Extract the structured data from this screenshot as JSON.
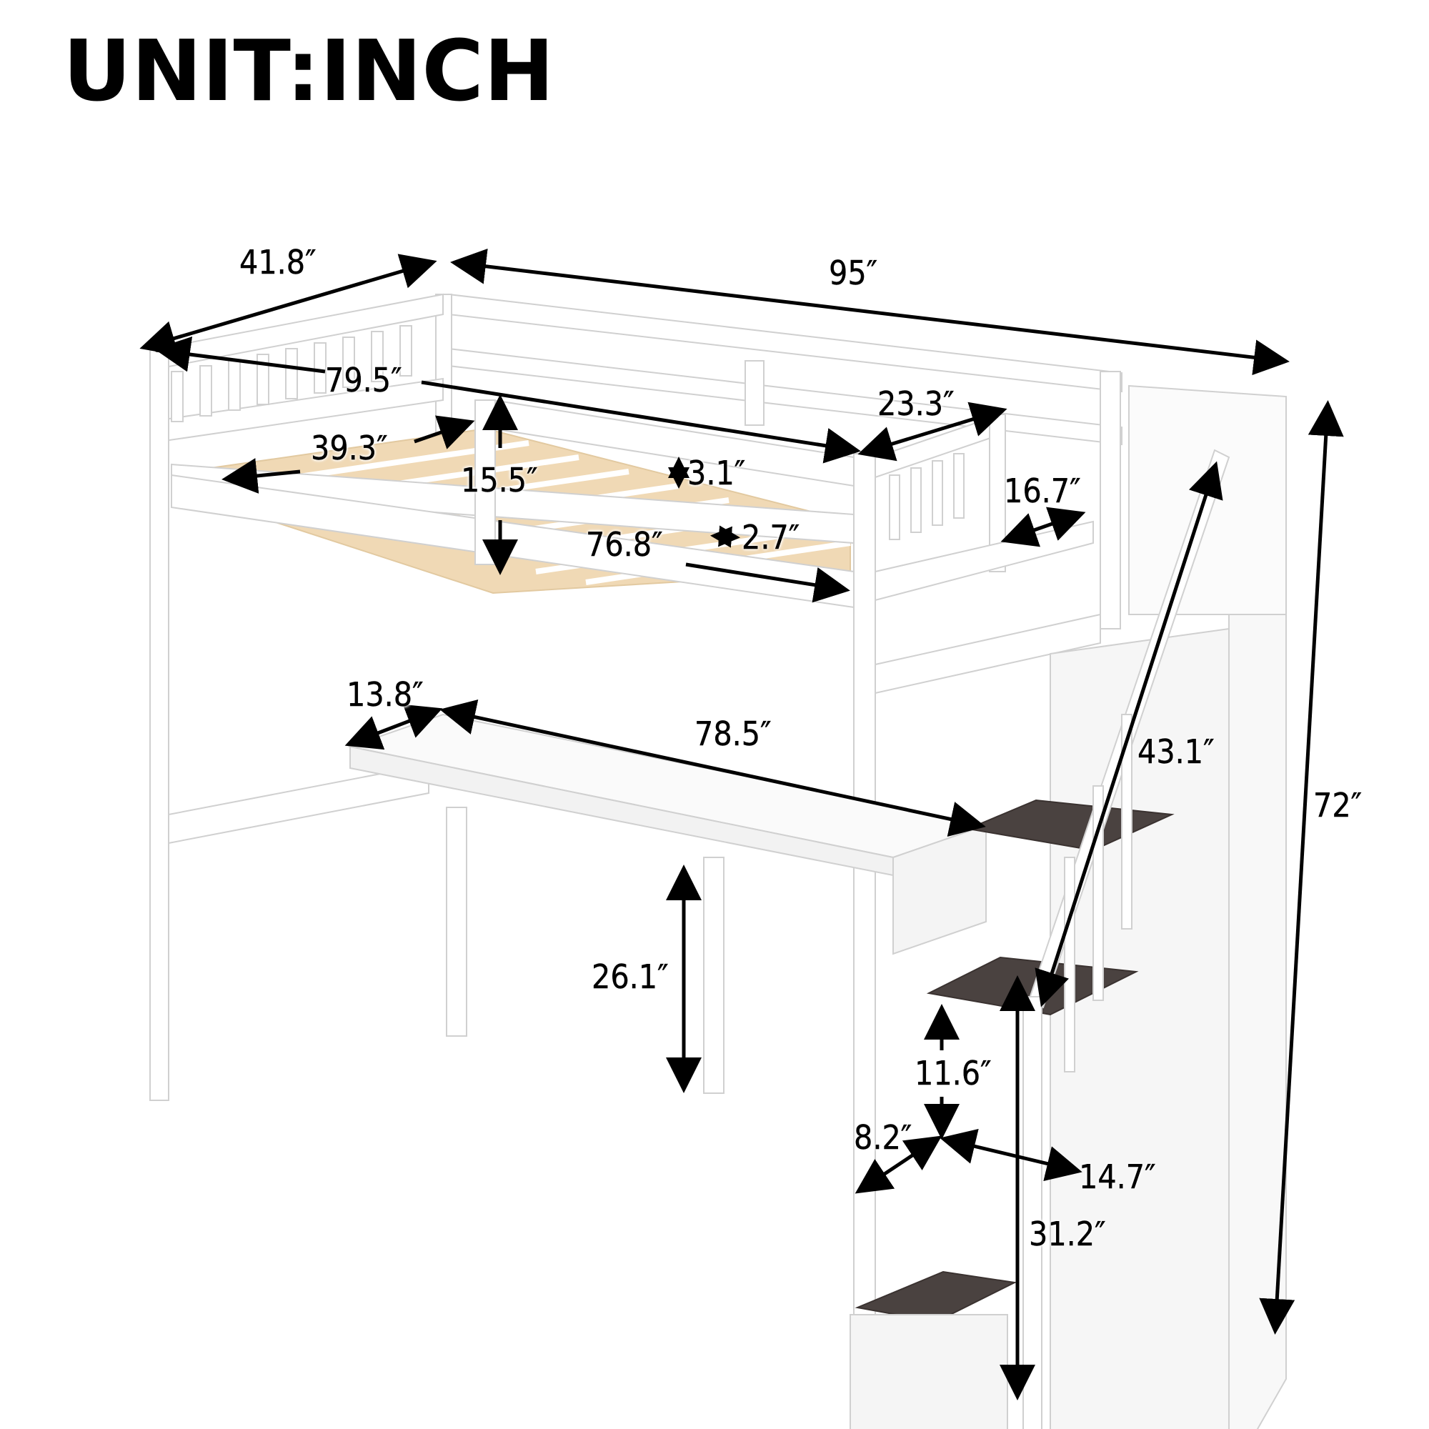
{
  "title": "UNIT:INCH",
  "colors": {
    "frame": "#ffffff",
    "frame_edge": "#d6d6d6",
    "slats": "#f0d9b5",
    "steps": "#4a4240",
    "arrow": "#000000"
  },
  "dimensions": {
    "overall_width": "41.8″",
    "overall_length": "95″",
    "overall_height": "72″",
    "guardrail_length": "79.5″",
    "mattress_length": "76.8″",
    "mattress_width": "39.3″",
    "guardrail_height": "15.5″",
    "slat_width": "3.1″",
    "slat_gap": "2.7″",
    "entry_opening": "23.3″",
    "end_gap": "16.7″",
    "desk_depth": "13.8″",
    "desk_length": "78.5″",
    "desk_height": "26.1″",
    "handrail_length": "43.1″",
    "step_height": "11.6″",
    "step_depth": "8.2″",
    "step_width": "14.7″",
    "storage_height": "31.2″"
  }
}
